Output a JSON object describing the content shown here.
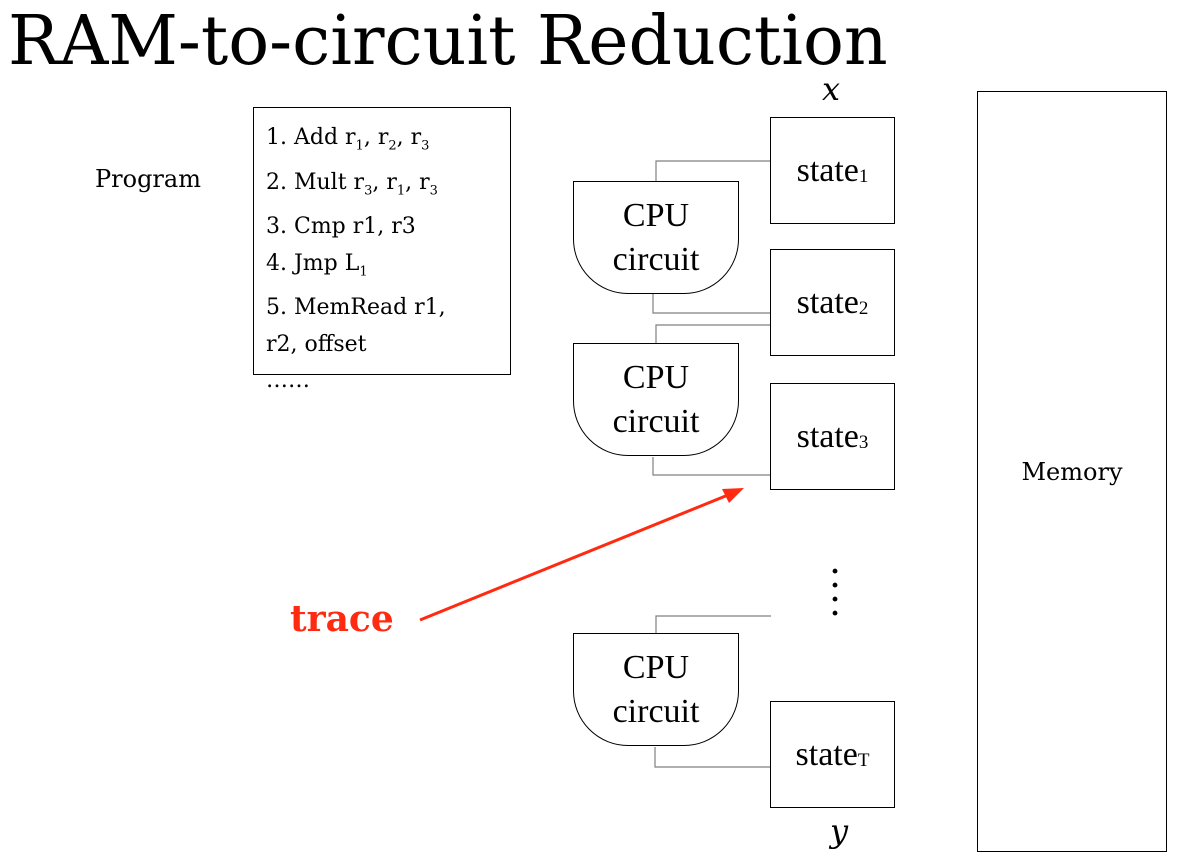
{
  "title": "RAM-to-circuit Reduction",
  "program": {
    "label": "Program",
    "lines": [
      {
        "text": "1. Add r",
        "parts": [
          "1. Add r",
          "1",
          ", r",
          "2",
          ", r",
          "3"
        ]
      },
      {
        "parts": [
          "2. Mult r",
          "3",
          ", r",
          "1",
          ", r",
          "3"
        ]
      },
      {
        "parts": [
          "3. Cmp r1, r3"
        ]
      },
      {
        "parts": [
          "4. Jmp L",
          "1"
        ]
      },
      {
        "parts": [
          "5. MemRead r1,"
        ]
      },
      {
        "parts": [
          "r2, offset"
        ]
      },
      {
        "parts": [
          "……"
        ]
      }
    ]
  },
  "input_var": "x",
  "output_var": "y",
  "states": [
    {
      "base": "state",
      "sub": "1"
    },
    {
      "base": "state",
      "sub": "2"
    },
    {
      "base": "state",
      "sub": "3"
    },
    {
      "base": "state",
      "sub": "T"
    }
  ],
  "cpu": {
    "line1": "CPU",
    "line2": "circuit"
  },
  "memory_label": "Memory",
  "trace_label": "trace",
  "ellipsis": "⋮",
  "colors": {
    "trace": "#ff2a0f",
    "connector": "#808080",
    "stroke": "#000000"
  }
}
